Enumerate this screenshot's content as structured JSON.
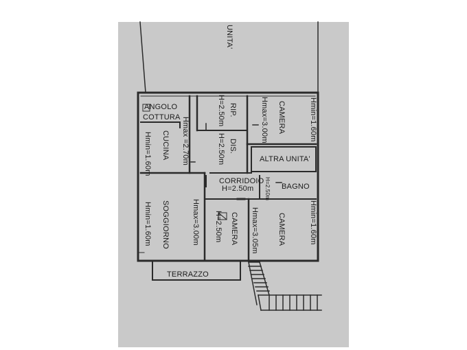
{
  "plan": {
    "top_unit_label": "UNITA'",
    "rooms": {
      "angolo_cottura": [
        "ANGOLO",
        "COTTURA"
      ],
      "cucina": "CUCINA",
      "cucina_height": "Hmin=1.60m",
      "angolo_height": "Hmax =2.70m",
      "rip": "RIP.",
      "rip_height": "H=2.50m",
      "dis": "DIS.",
      "dis_height": "H=2.50m",
      "camera_top": "CAMERA",
      "camera_top_hmax": "Hmax=3.00m",
      "camera_top_hmin": "Hmin=1.60m",
      "altra_unita": "ALTRA UNITA'",
      "corridoio": "CORRIDOIO",
      "corridoio_height": "H=2.50m",
      "bagno": "BAGNO",
      "bagno_height": "H=2.50m",
      "soggiorno": "SOGGIORNO",
      "soggiorno_hmin": "Hmin=1.60m",
      "soggiorno_hmax": "Hmax=3.00m",
      "camera_mid": "CAMERA",
      "camera_mid_height": "H=2.50m",
      "camera_right": "CAMERA",
      "camera_right_hmax": "Hmax=3.05m",
      "camera_right_hmin": "Hmin=1.60m",
      "terrazzo": "TERRAZZO"
    }
  }
}
